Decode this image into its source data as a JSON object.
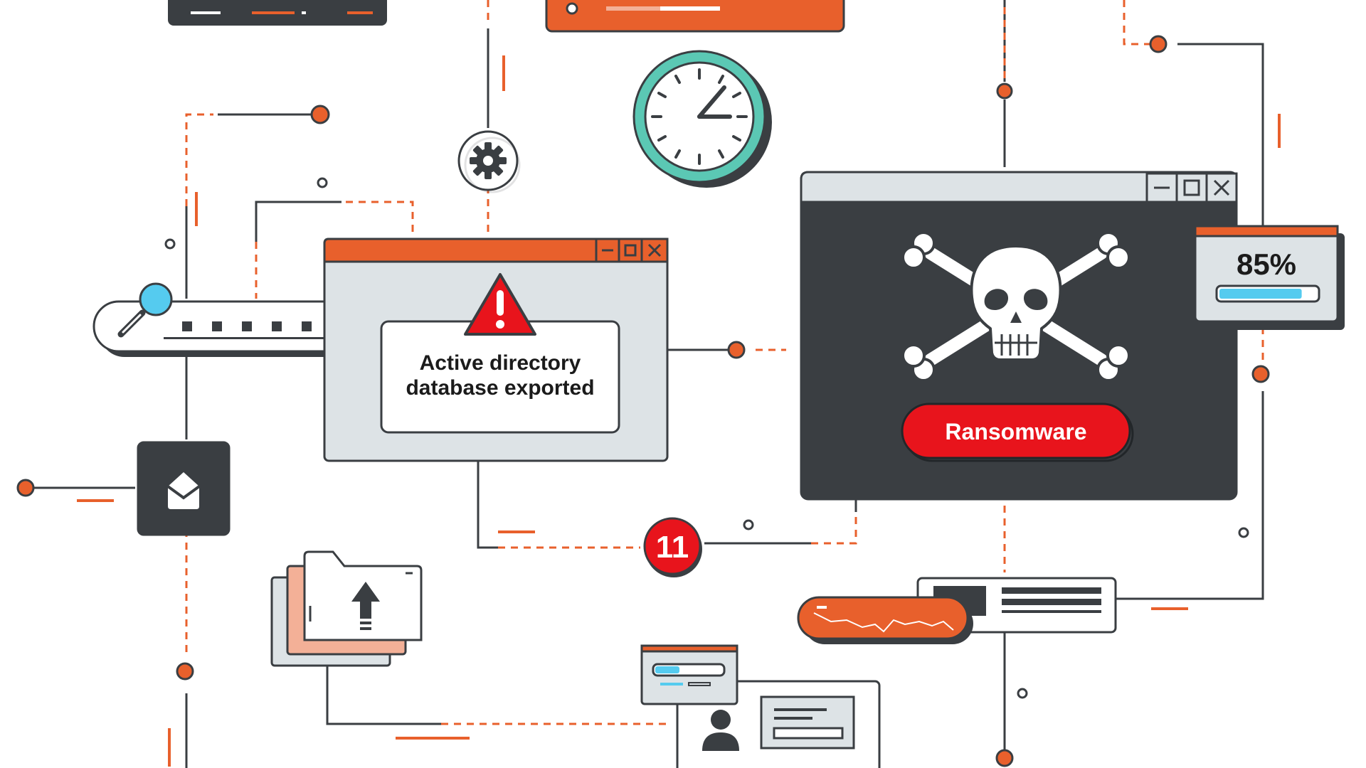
{
  "palette": {
    "orange": "#E8602C",
    "dark": "#3A3E42",
    "light_gray": "#DDE3E6",
    "red": "#E8141C",
    "teal": "#5BC8B4",
    "cyan": "#55CBEF",
    "peach": "#F3B097"
  },
  "alert_window": {
    "message_line1": "Active directory",
    "message_line2": "database exported",
    "icon": "warning-triangle-icon"
  },
  "ransomware_window": {
    "button_label": "Ransomware",
    "icon": "skull-crossbones-icon"
  },
  "progress_widget": {
    "percent_label": "85%",
    "progress": 0.85
  },
  "notification_badge": {
    "count": "11"
  },
  "icons": [
    "search-icon",
    "gear-icon",
    "clock-icon",
    "mail-icon",
    "folder-upload-icon",
    "user-profile-icon",
    "window-minimize-icon",
    "window-maximize-icon",
    "window-close-icon"
  ]
}
